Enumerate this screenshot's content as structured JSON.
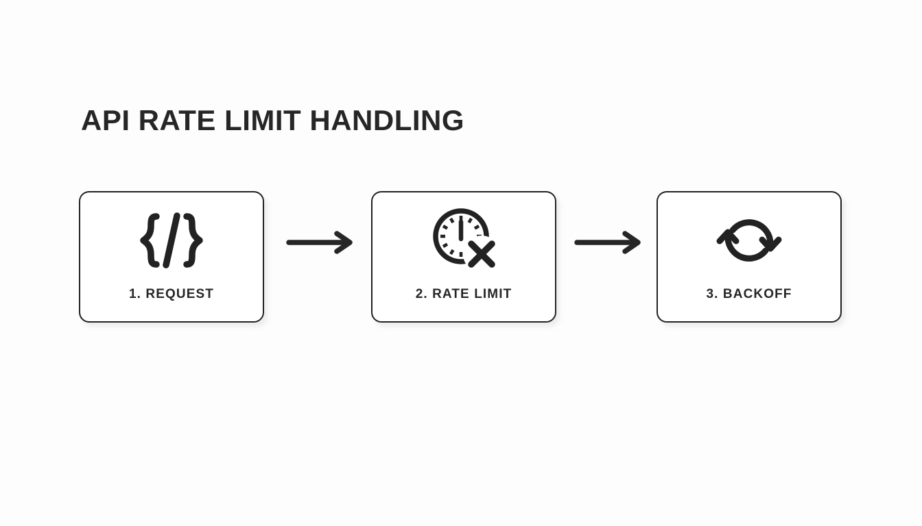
{
  "page": {
    "title": "API RATE LIMIT HANDLING",
    "background_color": "#fdfdfe",
    "ink_color": "#262626",
    "card_fill_color": "#ffffff",
    "card_border_color": "#222222"
  },
  "diagram": {
    "type": "horizontal-flow",
    "steps": [
      {
        "number": "1",
        "label": "1. REQUEST",
        "icon": "code-braces-icon"
      },
      {
        "number": "2",
        "label": "2. RATE LIMIT",
        "icon": "clock-error-icon"
      },
      {
        "number": "3",
        "label": "3. BACKOFF",
        "icon": "refresh-retry-icon"
      }
    ],
    "connectors": [
      {
        "icon": "arrow-right-icon",
        "from": "1. REQUEST",
        "to": "2. RATE LIMIT"
      },
      {
        "icon": "arrow-right-icon",
        "from": "2. RATE LIMIT",
        "to": "3. BACKOFF"
      }
    ]
  }
}
